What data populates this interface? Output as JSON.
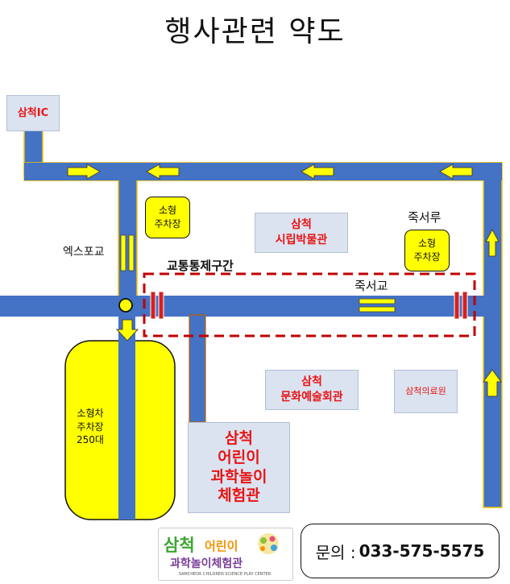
{
  "title": "행사관련 약도",
  "colors": {
    "road": "#4472c4",
    "parking": "#ffff00",
    "building": "#dce3f0",
    "building_text": "#e81414",
    "zone": "#c00000",
    "arrow": "#ffff00"
  },
  "buildings": {
    "ic": "삼척IC",
    "museum": "삼척\n시립박물관",
    "arts_center": "삼척\n문화예술회관",
    "clinic": "삼척의료원",
    "science_hall": "삼척\n어린이\n과학놀이\n체험관"
  },
  "parking": {
    "north": "소형\n주차장",
    "east": "소형\n주차장",
    "large": "소형차\n주차장\n250대"
  },
  "labels": {
    "expo_bridge": "엑스포교",
    "control_zone": "교통통제구간",
    "jukseo_bridge": "죽서교",
    "jukseo_pavilion": "죽서루"
  },
  "logo": {
    "line1_a": "삼척",
    "line1_b": "어린이",
    "line2": "과학놀이체험관",
    "subtitle": "SAMCHEOK CHILDREN SCIENCE PLAY CENTER"
  },
  "contact": {
    "label": "문의 :",
    "number": "033-575-5575"
  }
}
